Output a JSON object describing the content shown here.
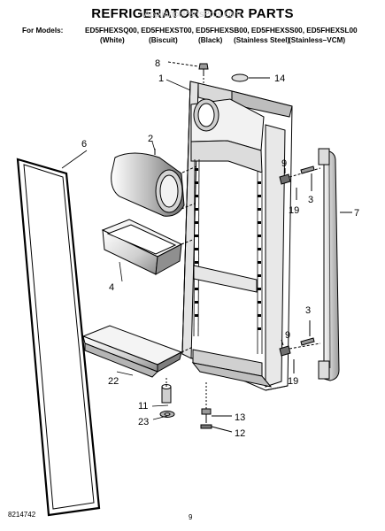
{
  "title": "REFRIGERATOR DOOR PARTS",
  "watermark": "AppliancePartsPros.com",
  "models": {
    "prefix": "For Models:",
    "list": "ED5FHEXSQ00, ED5FHEXST00, ED5FHEXSB00, ED5FHEXSS00, ED5FHEXSL00",
    "variants": [
      "(White)",
      "(Biscuit)",
      "(Black)",
      "(Stainless Steel)",
      "(Stainless–VCM)"
    ]
  },
  "callouts": [
    "8",
    "1",
    "14",
    "2",
    "6",
    "9",
    "19",
    "3",
    "7",
    "4",
    "3",
    "9",
    "19",
    "22",
    "11",
    "23",
    "13",
    "12"
  ],
  "footer": {
    "part_number": "8214742",
    "page": "9"
  }
}
